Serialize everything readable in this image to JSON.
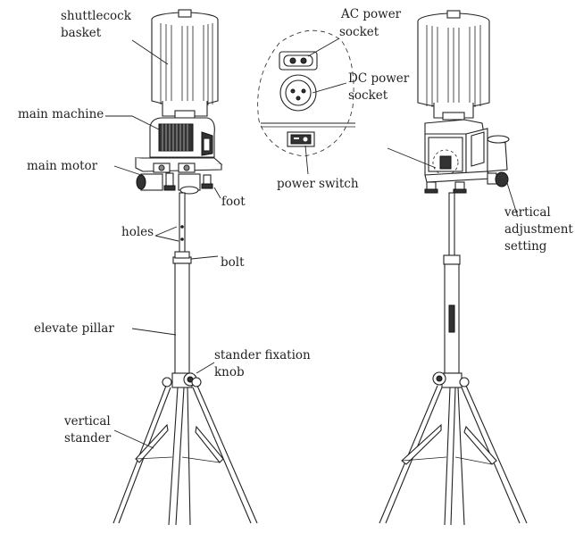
{
  "labels": {
    "shuttlecock_basket_l1": "shuttlecock",
    "shuttlecock_basket_l2": "basket",
    "main_machine": "main machine",
    "main_motor": "main motor",
    "foot": "foot",
    "holes": "holes",
    "bolt": "bolt",
    "elevate_pillar": "elevate pillar",
    "stander_fixation_l1": "stander fixation",
    "stander_fixation_l2": "knob",
    "vertical_stander_l1": "vertical",
    "vertical_stander_l2": "stander",
    "ac_power_l1": "AC power",
    "ac_power_l2": "socket",
    "dc_power_l1": "DC power",
    "dc_power_l2": "socket",
    "power_switch": "power switch",
    "vertical_adjustment_l1": "vertical",
    "vertical_adjustment_l2": "adjustment",
    "vertical_adjustment_l3": "setting"
  }
}
